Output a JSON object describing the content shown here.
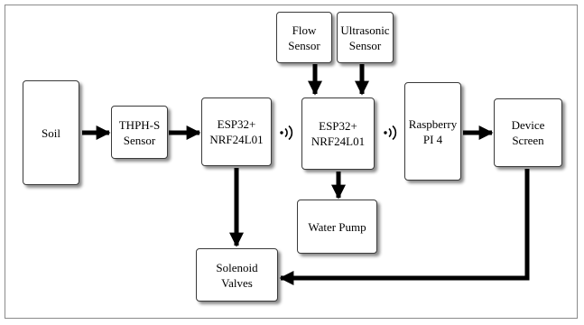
{
  "nodes": {
    "soil": "Soil",
    "thph": "THPH-S\nSensor",
    "esp1": "ESP32+\nNRF24L01",
    "flow": "Flow\nSensor",
    "ultra": "Ultrasonic\nSensor",
    "esp2": "ESP32+\nNRF24L01",
    "rpi": "Raspberry\nPI 4",
    "screen": "Device\nScreen",
    "pump": "Water Pump",
    "valves": "Solenoid\nValves"
  },
  "colors": {
    "arrow": "#000000",
    "box_border": "#3a3a3a",
    "frame": "#8a8a8a"
  },
  "icons": {
    "wireless": "wireless-signal-icon"
  }
}
